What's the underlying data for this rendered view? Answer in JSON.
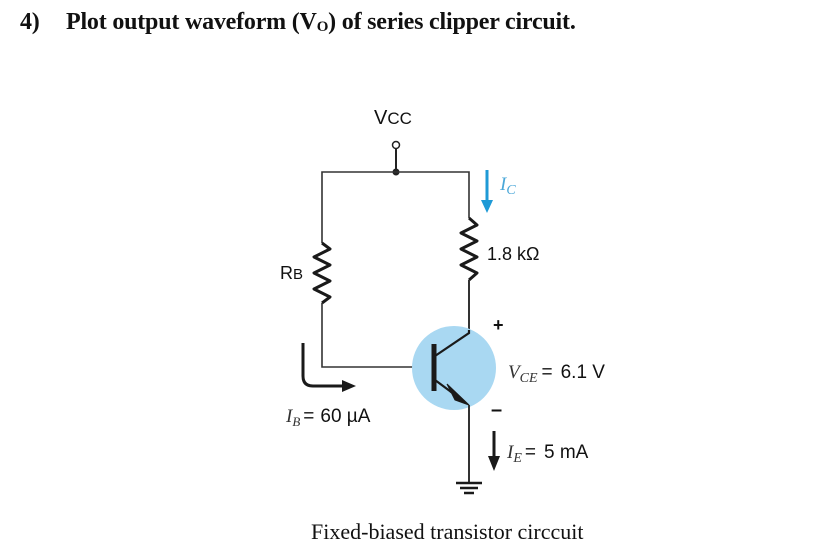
{
  "question": {
    "number": "4)",
    "text_before": "Plot output waveform (V",
    "subscript": "O",
    "text_after": ") of series clipper circuit."
  },
  "circuit": {
    "title_caption": "Fixed-biased transistor circcuit",
    "supply": {
      "label": "V",
      "label_sub": "CC"
    },
    "base_resistor": {
      "label": "R",
      "label_sub": "B"
    },
    "collector_resistor": {
      "value": "1.8 kΩ"
    },
    "collector_current": {
      "symbol": "I",
      "sub": "C"
    },
    "base_current": {
      "symbol": "I",
      "sub": "B",
      "eq": "=",
      "value": "60 µA"
    },
    "vce": {
      "symbol": "V",
      "sub": "CE",
      "eq": "=",
      "value": "6.1 V",
      "plus": "+",
      "minus": "–"
    },
    "emitter_current": {
      "symbol": "I",
      "sub": "E",
      "eq": "=",
      "value": "5 mA"
    },
    "colors": {
      "wire": "#222222",
      "transistor_highlight": "#a9d8f2",
      "current_arrow_ic": "#1f9ad6"
    }
  }
}
